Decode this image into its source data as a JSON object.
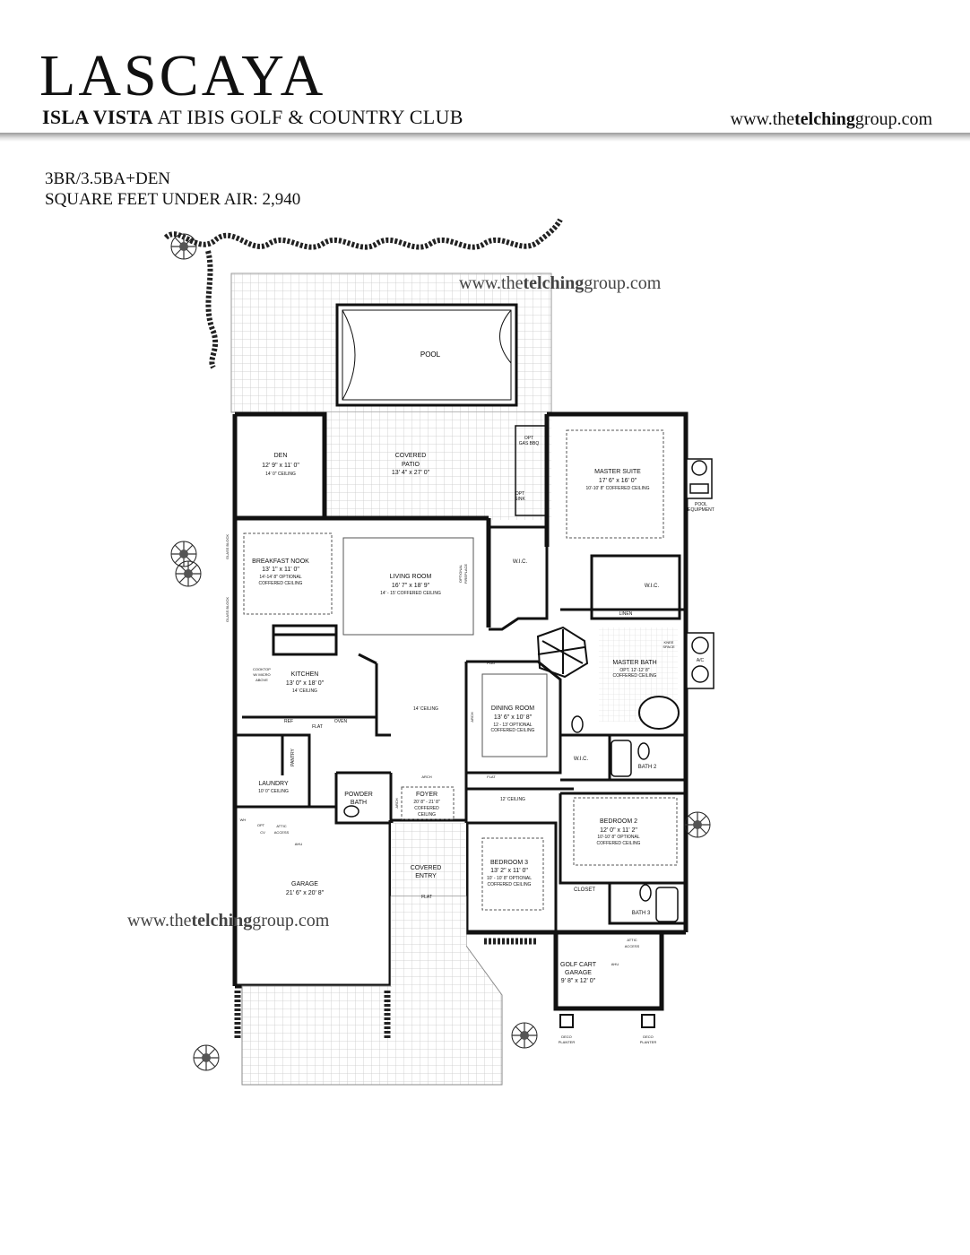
{
  "header": {
    "title": "LASCAYA",
    "subtitle_bold": "ISLA VISTA",
    "subtitle_rest": "AT IBIS GOLF & COUNTRY CLUB",
    "website_pre": "www.the",
    "website_bold": "telching",
    "website_post": "group.com"
  },
  "specs": {
    "bed_bath": "3BR/3.5BA+DEN",
    "square_feet": "SQUARE FEET UNDER AIR: 2,940"
  },
  "watermark": {
    "pre": "www.the",
    "bold": "telching",
    "post": "group.com"
  },
  "rooms": {
    "pool": "POOL",
    "covered_patio": [
      "COVERED",
      "PATIO",
      "13' 4\" x 27' 0\""
    ],
    "den": [
      "DEN",
      "12' 9\" x 11' 0\"",
      "14' 0\" CEILING"
    ],
    "master_suite": [
      "MASTER SUITE",
      "17' 6\" x 16' 0\"",
      "10'-10' 8\" COFFERED CEILING"
    ],
    "pool_equipment": [
      "POOL",
      "EQUIPMENT"
    ],
    "breakfast_nook": [
      "BREAKFAST NOOK",
      "13' 1\" x 11' 0\"",
      "14'-14' 8\" OPTIONAL",
      "COFFERED CEILING"
    ],
    "living_room": [
      "LIVING ROOM",
      "16' 7\" x 18' 9\"",
      "14' - 15' COFFERED CEILING"
    ],
    "optional_fireplace": [
      "OPTIONAL",
      "FIREPLACE"
    ],
    "wic_master": "W.I.C.",
    "wic_master_2": "W.I.C.",
    "linen": "LINEN",
    "knee_space": [
      "KNEE",
      "SPACE"
    ],
    "ac": "A/C",
    "master_bath": [
      "MASTER BATH",
      "OPT. 12'-12' 8\"",
      "COFFERED CEILING"
    ],
    "kitchen": [
      "KITCHEN",
      "13' 0\" x 18' 0\"",
      "14' CEILING"
    ],
    "cooktop": [
      "COOKTOP",
      "W/ MICRO",
      "ABOVE"
    ],
    "ref": "REF",
    "oven": "OVEN",
    "flat_labels": "FLAT",
    "ceiling_14": "14' CEILING",
    "dining_room": [
      "DINING ROOM",
      "13' 6\" x 10' 8\"",
      "12 - 13' OPTIONAL",
      "COFFERED CEILING"
    ],
    "arch": "ARCH",
    "wic_bed2": "W.I.C.",
    "bath2": "BATH 2",
    "pantry": "PANTRY",
    "laundry": [
      "LAUNDRY",
      "10' 0\" CEILING"
    ],
    "powder_bath": [
      "POWDER",
      "BATH"
    ],
    "foyer": [
      "FOYER",
      "20' 8\" - 21' 8\"",
      "COFFERED",
      "CEILING"
    ],
    "ceiling_12": "12' CEILING",
    "bedroom2": [
      "BEDROOM 2",
      "12' 0\" x 11' 2\"",
      "10'-10' 8\" OPTIONAL",
      "COFFERED CEILING"
    ],
    "wh": "WH",
    "opt_cv": [
      "OPT",
      "CV"
    ],
    "attic_access": [
      "ATTIC",
      "ACCESS"
    ],
    "ahu": "AHU",
    "garage": [
      "GARAGE",
      "21' 6\" x 20' 8\""
    ],
    "covered_entry": [
      "COVERED",
      "ENTRY"
    ],
    "bedroom3": [
      "BEDROOM 3",
      "13' 2\" x 11' 0\"",
      "10' - 10' 8\" OPTIONAL",
      "COFFERED CEILING"
    ],
    "closet": "CLOSET",
    "bath3": "BATH 3",
    "golf_cart": [
      "GOLF CART",
      "GARAGE",
      "9' 8\" x 12' 0\""
    ],
    "deco_planter": [
      "DECO",
      "PLANTER"
    ],
    "opt_gas_bbq": [
      "OPT",
      "GAS BBQ"
    ],
    "opt_sink": [
      "OPT",
      "SINK"
    ],
    "glass_block": "GLASS BLOCK"
  }
}
